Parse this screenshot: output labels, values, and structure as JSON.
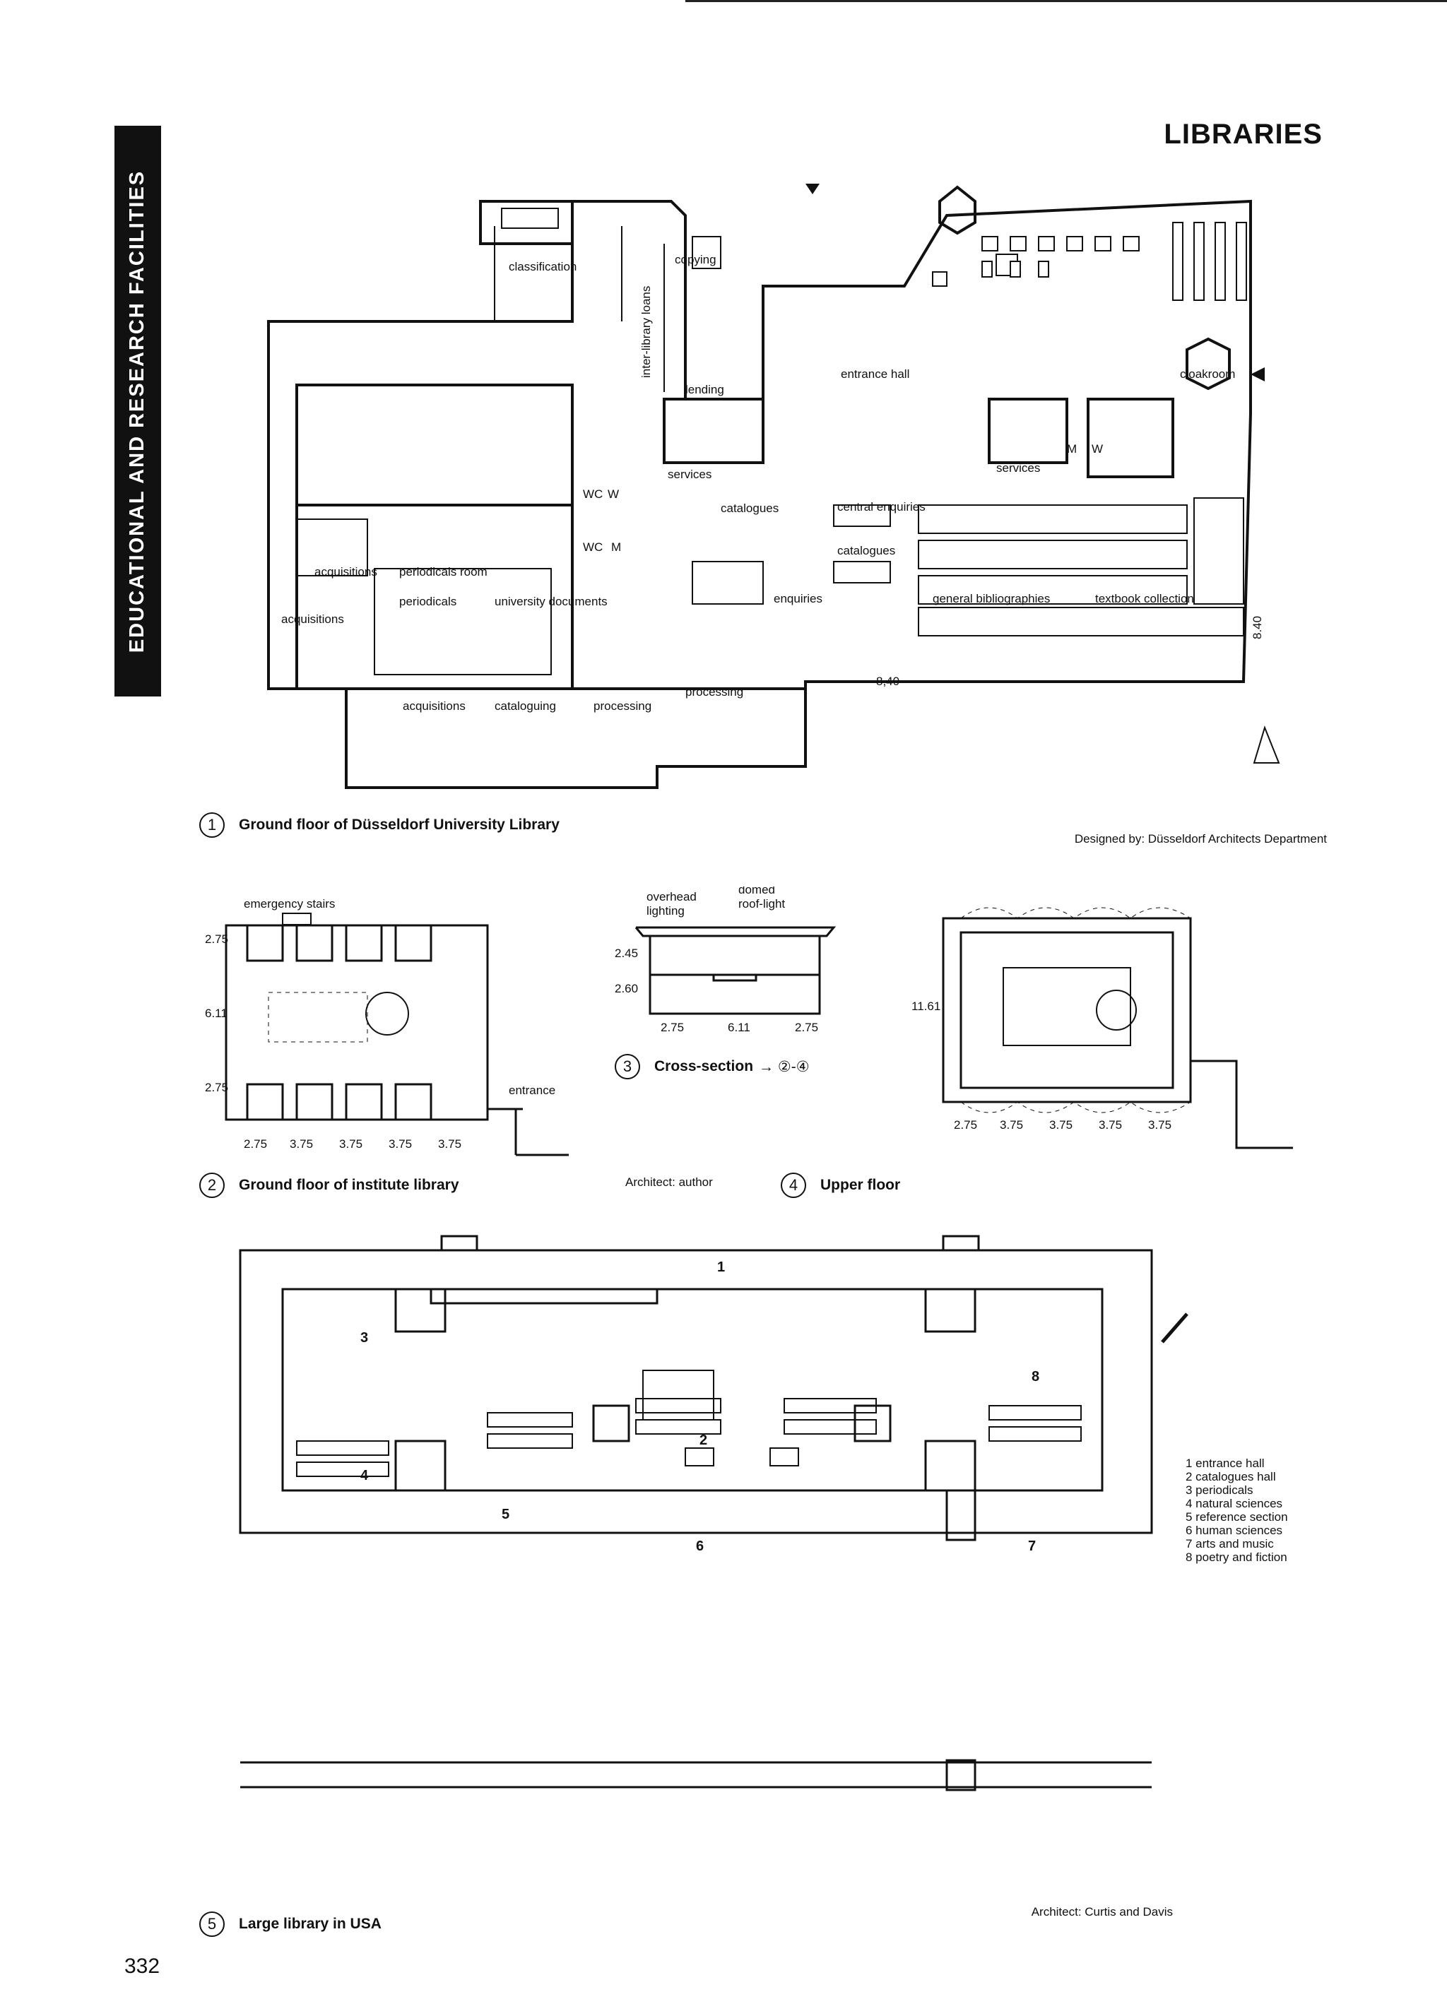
{
  "page": {
    "header": "LIBRARIES",
    "side_band": "EDUCATIONAL AND RESEARCH FACILITIES",
    "page_number": "332"
  },
  "figure1": {
    "number": "1",
    "caption": "Ground floor of Düsseldorf University Library",
    "credit": "Designed by: Düsseldorf Architects Department",
    "labels": {
      "classification": "classification",
      "copying": "copying",
      "inter_library": "inter-library loans",
      "lending": "lending",
      "entrance_hall": "entrance hall",
      "cloakroom": "cloakroom",
      "services_left": "services",
      "services_right": "services",
      "catalogues_top": "catalogues",
      "central_enquiries": "central enquiries",
      "catalogues_mid": "catalogues",
      "acquisitions_top": "acquisitions",
      "periodicals_room": "periodicals room",
      "periodicals": "periodicals",
      "university_documents": "university documents",
      "enquiries": "enquiries",
      "general_bibliographies": "general bibliographies",
      "textbook_collection": "textbook collection",
      "acquisitions_mid": "acquisitions",
      "processing_right": "processing",
      "acquisitions_bottom": "acquisitions",
      "cataloguing": "cataloguing",
      "processing_bottom": "processing",
      "dim_840_h": "8,40",
      "dim_840_v": "8.40",
      "wc1": "WC",
      "w1": "W",
      "wc2": "WC",
      "m1": "M",
      "m2": "M",
      "w2": "W"
    }
  },
  "figure2": {
    "number": "2",
    "caption": "Ground floor of institute library",
    "credit": "Architect: author",
    "labels": {
      "emergency_stairs": "emergency stairs",
      "entrance": "entrance",
      "d1": "2.75",
      "d2": "6.11",
      "d3": "2.75",
      "b1": "2.75",
      "b2": "3.75",
      "b3": "3.75",
      "b4": "3.75",
      "b5": "3.75"
    }
  },
  "figure3": {
    "number": "3",
    "caption": "Cross-section",
    "caption_suffix": "→ ②-④",
    "labels": {
      "overhead_lighting_1": "overhead",
      "overhead_lighting_2": "lighting",
      "domed_1": "domed",
      "domed_2": "roof-light",
      "h1": "2.45",
      "h2": "2.60",
      "w1": "2.75",
      "w2": "6.11",
      "w3": "2.75"
    }
  },
  "figure4": {
    "number": "4",
    "caption": "Upper floor",
    "labels": {
      "height": "11.61",
      "b1": "2.75",
      "b2": "3.75",
      "b3": "3.75",
      "b4": "3.75",
      "b5": "3.75"
    }
  },
  "figure5": {
    "number": "5",
    "caption": "Large library in USA",
    "credit": "Architect: Curtis and Davis",
    "zones": [
      "1",
      "2",
      "3",
      "4",
      "5",
      "6",
      "7",
      "8"
    ],
    "legend": [
      "1 entrance hall",
      "2 catalogues hall",
      "3 periodicals",
      "4 natural sciences",
      "5 reference section",
      "6 human sciences",
      "7 arts and music",
      "8 poetry and fiction"
    ]
  }
}
